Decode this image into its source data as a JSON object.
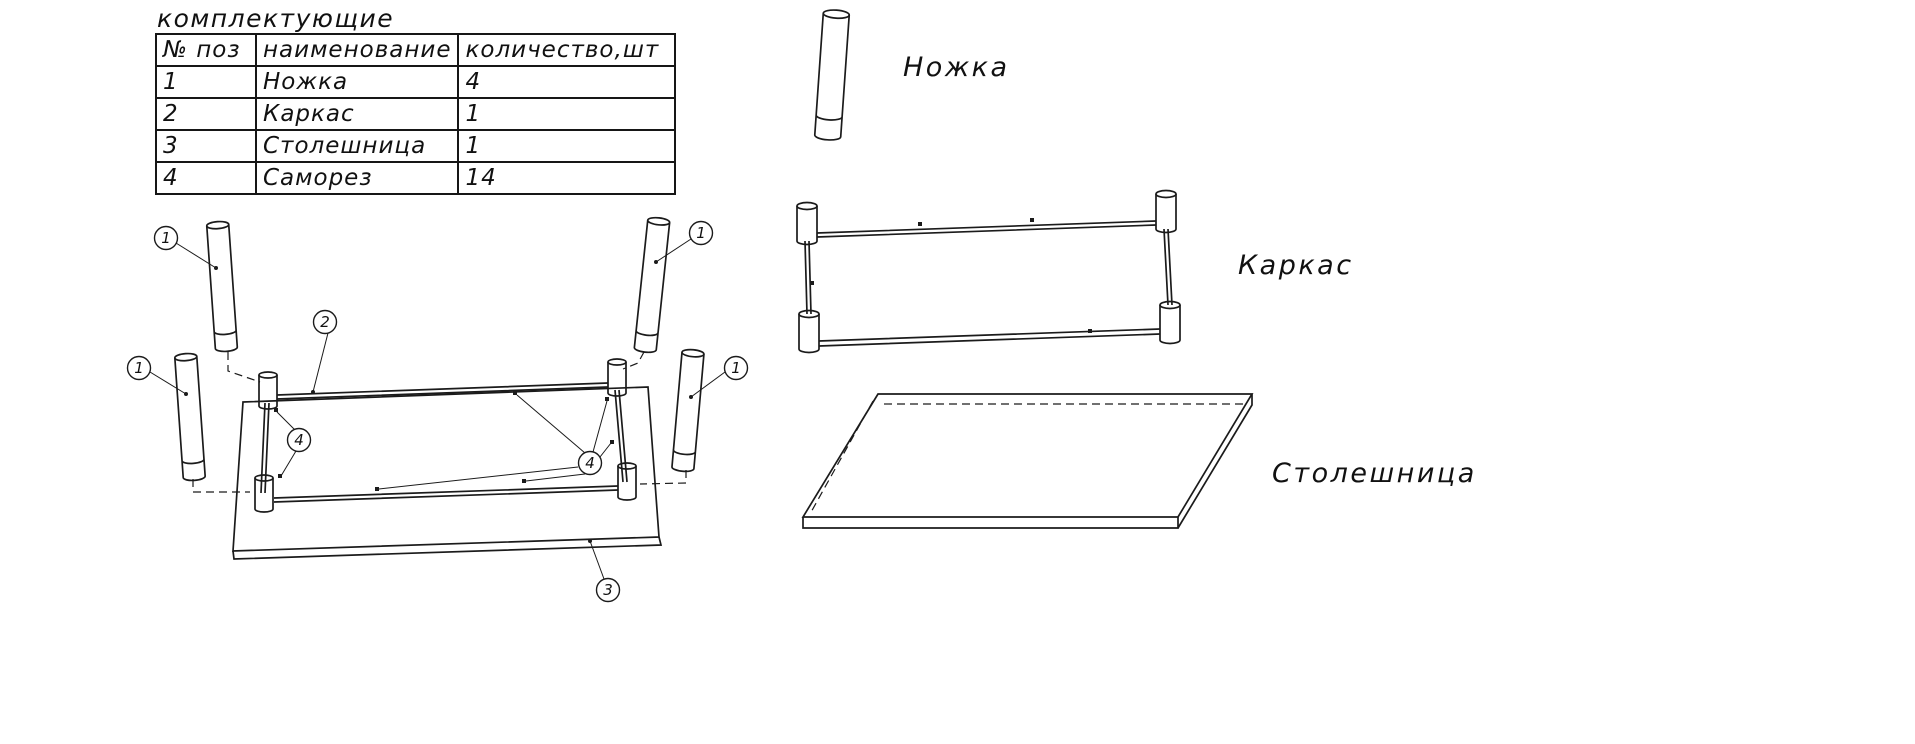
{
  "title": "комплектующие",
  "colors": {
    "ink": "#1b1b1b",
    "background": "#ffffff"
  },
  "table": {
    "headers": [
      "№ поз",
      "наименование",
      "количество,шт"
    ],
    "rows": [
      [
        "1",
        "Ножка",
        "4"
      ],
      [
        "2",
        "Каркас",
        "1"
      ],
      [
        "3",
        "Столешница",
        "1"
      ],
      [
        "4",
        "Саморез",
        "14"
      ]
    ]
  },
  "callouts": {
    "leg": "1",
    "frame": "2",
    "tabletop": "3",
    "screw": "4"
  },
  "labels": {
    "leg": "Ножка",
    "frame": "Каркас",
    "tabletop": "Столешница"
  }
}
